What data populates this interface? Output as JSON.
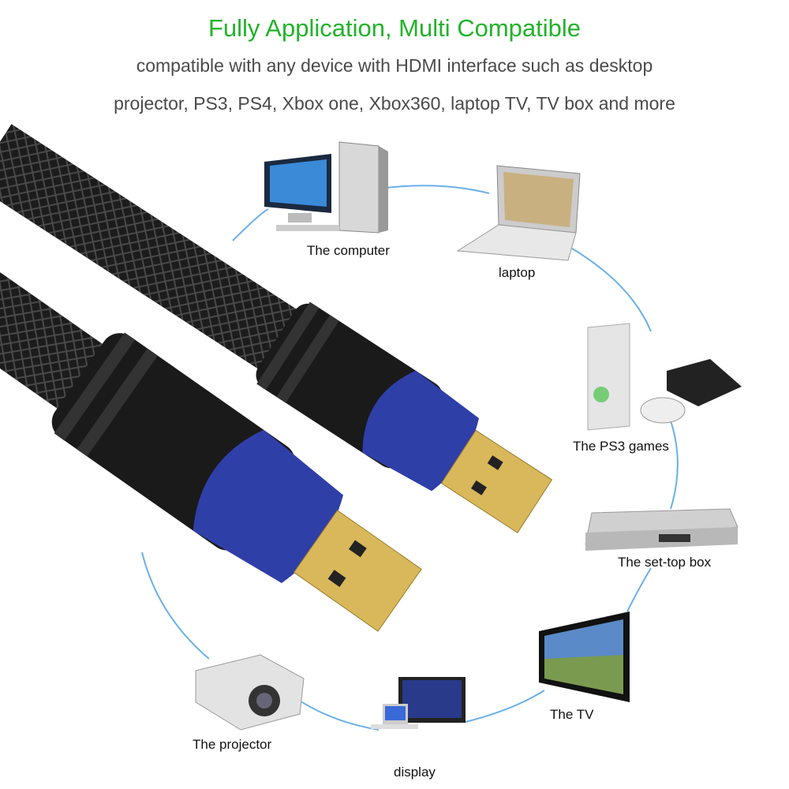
{
  "header": {
    "title": "Fully Application, Multi Compatible",
    "line1": "compatible with any device with HDMI interface such as desktop",
    "line2": "projector, PS3, PS4, Xbox one, Xbox360, laptop TV, TV box and more"
  },
  "devices": {
    "computer": "The computer",
    "laptop": "laptop",
    "ps3": "The PS3 games",
    "settop": "The set-top box",
    "tv": "The TV",
    "display": "display",
    "projector": "The projector"
  },
  "colors": {
    "title": "#22b22a",
    "connector_blue": "#2f3fa8",
    "link_line": "#5aa8e8",
    "gold": "#d8b85a"
  }
}
